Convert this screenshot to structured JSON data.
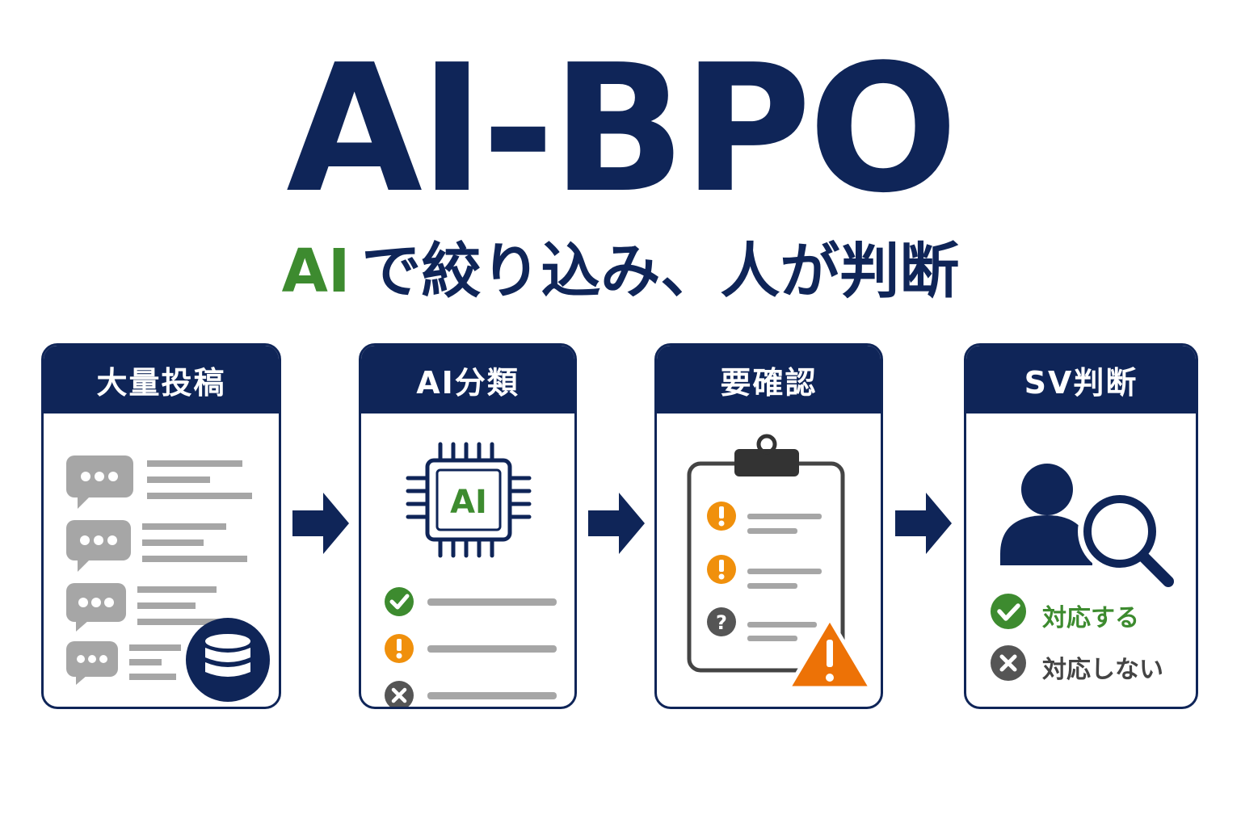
{
  "title": "AI-BPO",
  "subtitle": {
    "ai": "AI",
    "rest": "で絞り込み、人が判断"
  },
  "colors": {
    "navy": "#0f2558",
    "green": "#3d8b2f",
    "orange": "#f0900c",
    "gray": "#a6a6a6",
    "dark": "#555555"
  },
  "steps": [
    {
      "label": "大量投稿"
    },
    {
      "label": "AI分類",
      "chip_text": "AI"
    },
    {
      "label": "要確認"
    },
    {
      "label": "SV判断",
      "options": [
        "対応する",
        "対応しない"
      ]
    }
  ]
}
